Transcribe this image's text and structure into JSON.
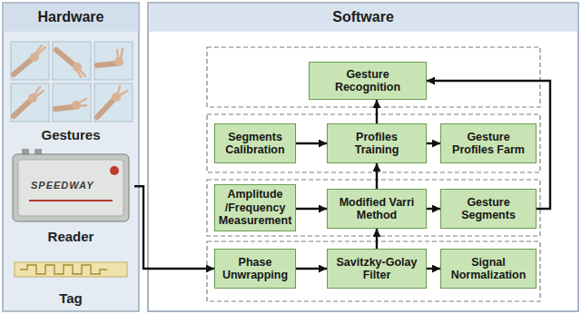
{
  "diagram": {
    "nodes": [
      {
        "text": [
          "Hardware"
        ]
      },
      {
        "text": [
          "Gestures"
        ],
        "in": 0
      },
      {
        "text": [
          "Reader"
        ],
        "in": 0
      },
      {
        "text": [
          "Tag"
        ],
        "in": 0
      },
      {
        "text": [
          "Software"
        ]
      },
      {
        "text": [
          "Gesture Recognition"
        ],
        "in": 4
      },
      {
        "text": [
          "Segments Calibration"
        ],
        "in": 4
      },
      {
        "text": [
          "Profiles Training"
        ],
        "in": 4
      },
      {
        "text": [
          "Gesture Profiles Farm"
        ],
        "in": 4
      },
      {
        "text": [
          "Amplitude /Frequency Measurement"
        ],
        "in": 4
      },
      {
        "text": [
          "Modified Varri Method"
        ],
        "in": 4
      },
      {
        "text": [
          "Gesture Segments"
        ],
        "in": 4
      },
      {
        "text": [
          "Phase Unwrapping"
        ],
        "in": 4
      },
      {
        "text": [
          "Savitzky-Golay Filter"
        ],
        "in": 4
      },
      {
        "text": [
          "Signal Normalization"
        ],
        "in": 4
      }
    ],
    "edges": [
      {
        "from": 2,
        "to": 12,
        "arrow": "to"
      },
      {
        "from": 12,
        "to": 13,
        "arrow": "to"
      },
      {
        "from": 13,
        "to": 14,
        "arrow": "to"
      },
      {
        "from": 13,
        "to": 10,
        "arrow": "to"
      },
      {
        "from": 9,
        "to": 10,
        "arrow": "to"
      },
      {
        "from": 10,
        "to": 11,
        "arrow": "to"
      },
      {
        "from": 10,
        "to": 7,
        "arrow": "to"
      },
      {
        "from": 11,
        "to": 5,
        "arrow": "to"
      },
      {
        "from": 6,
        "to": 7,
        "arrow": "to"
      },
      {
        "from": 7,
        "to": 8,
        "arrow": "to"
      },
      {
        "from": 7,
        "to": 5,
        "arrow": "to"
      }
    ],
    "labels": [
      "SPEEDWAY"
    ]
  }
}
